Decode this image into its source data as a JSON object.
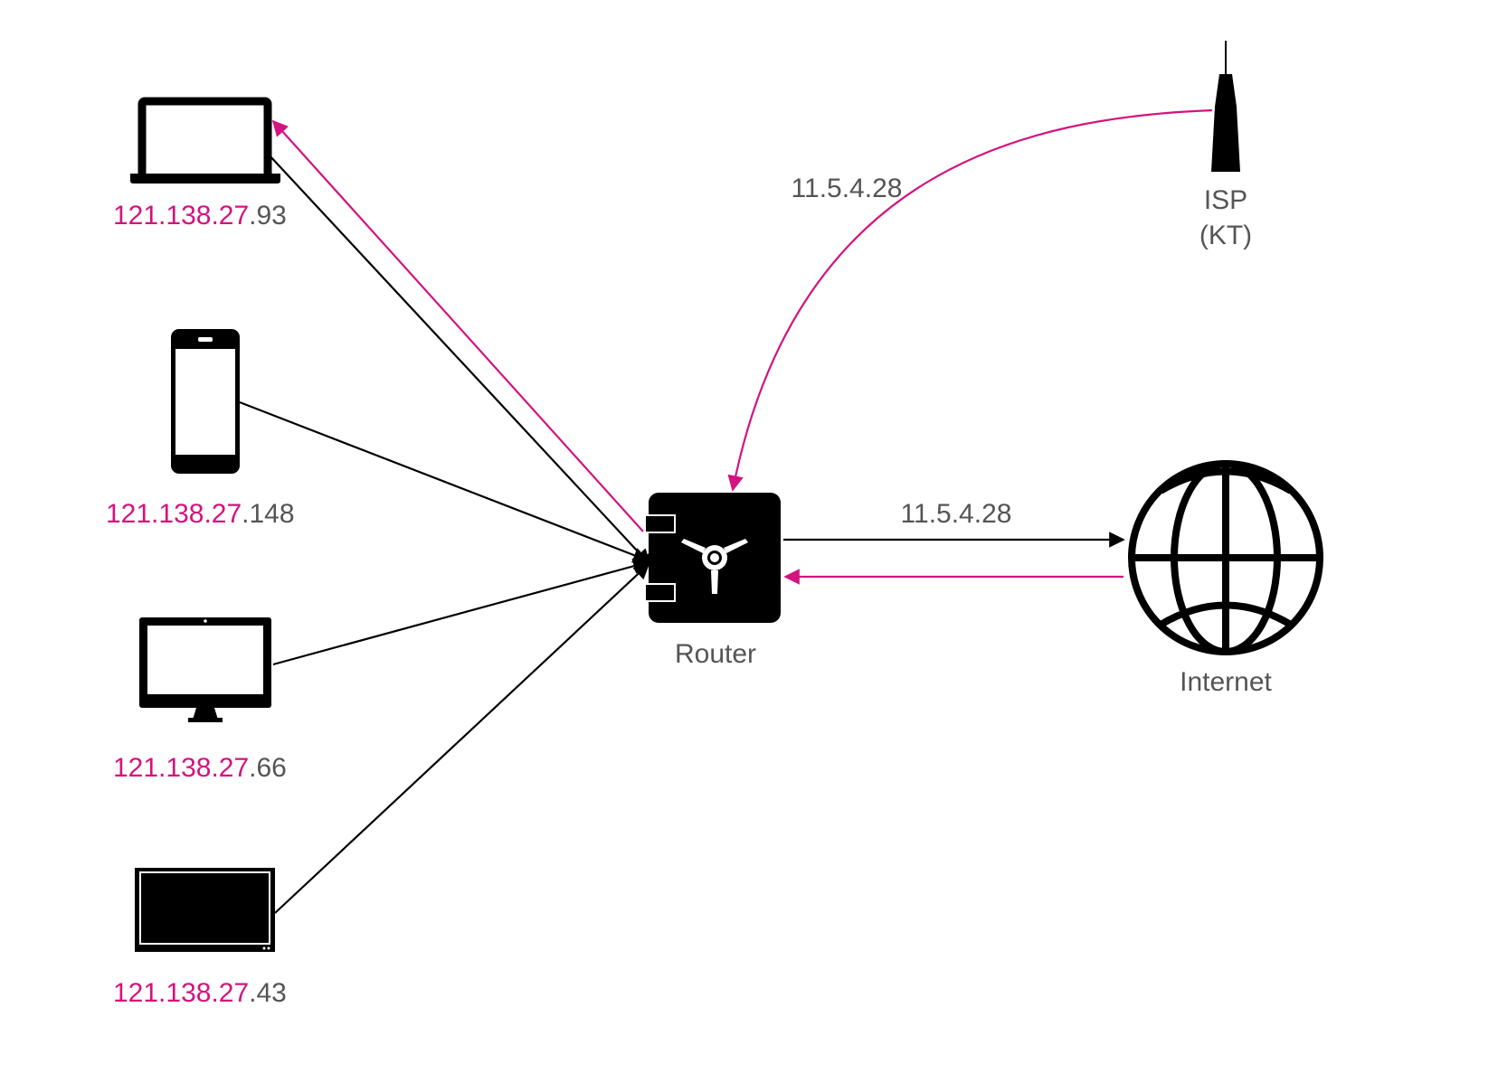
{
  "colors": {
    "accent": "#d3137f",
    "line": "#000000",
    "label_gray": "#555555"
  },
  "devices": [
    {
      "icon": "laptop-icon",
      "ip_prefix": "121.138.27",
      "ip_suffix": ".93"
    },
    {
      "icon": "phone-icon",
      "ip_prefix": "121.138.27",
      "ip_suffix": ".148"
    },
    {
      "icon": "monitor-icon",
      "ip_prefix": "121.138.27",
      "ip_suffix": ".66"
    },
    {
      "icon": "tv-icon",
      "ip_prefix": "121.138.27",
      "ip_suffix": ".43"
    }
  ],
  "router": {
    "icon": "router-icon",
    "label": "Router"
  },
  "internet": {
    "icon": "globe-icon",
    "label": "Internet"
  },
  "isp": {
    "icon": "tower-icon",
    "label_line1": "ISP",
    "label_line2": "(KT)"
  },
  "links": {
    "isp_to_router_label": "11.5.4.28",
    "router_to_internet_label": "11.5.4.28"
  }
}
